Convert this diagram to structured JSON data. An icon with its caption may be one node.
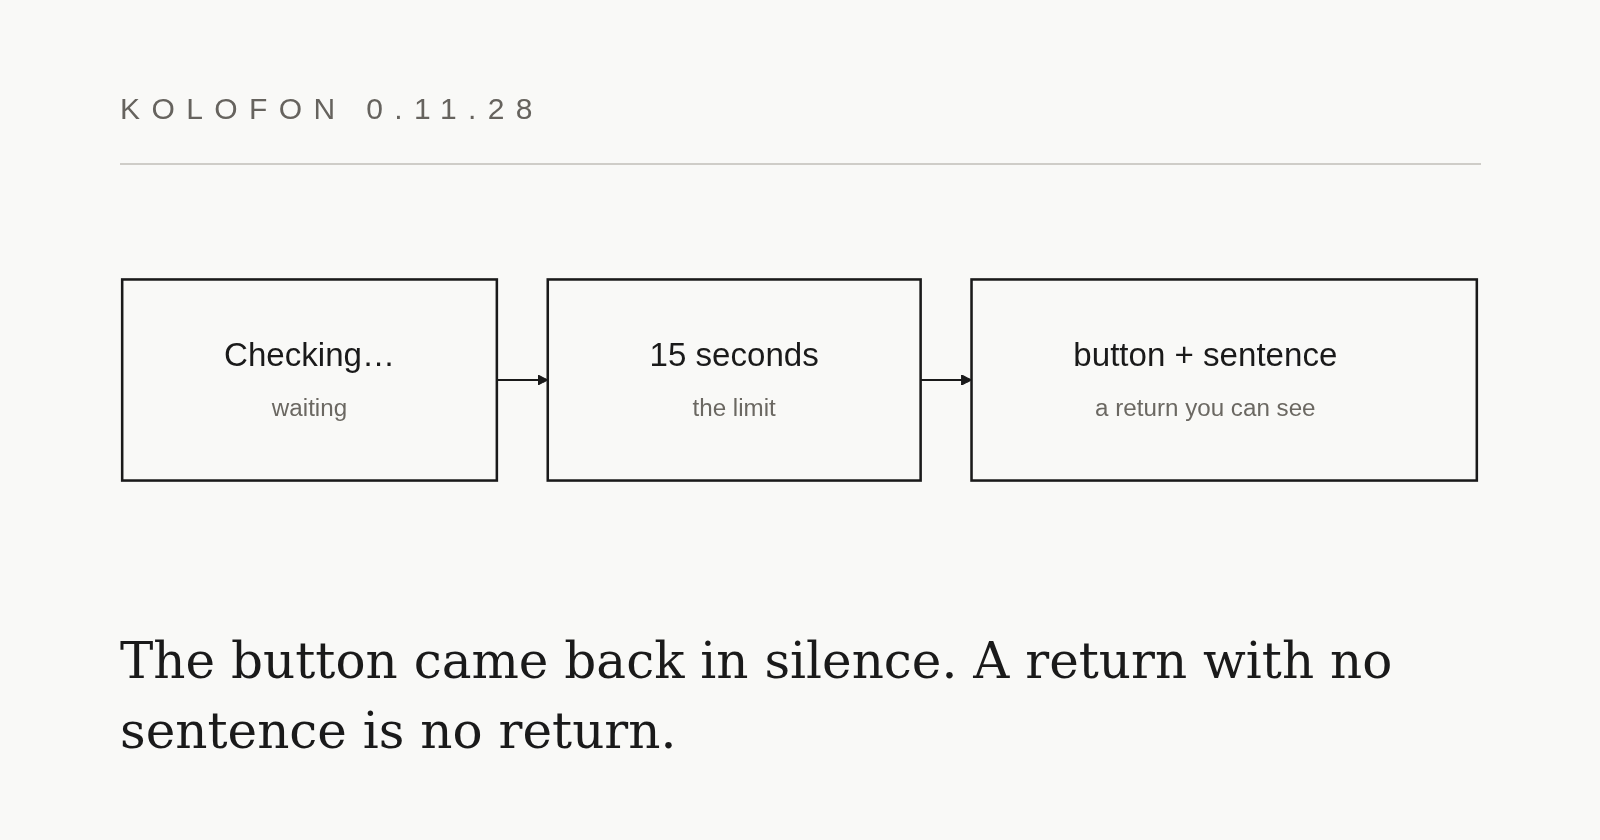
{
  "diagram": {
    "title": "KOLOFON 0.11.28",
    "nodes": [
      {
        "text": [
          "Checking…",
          "waiting"
        ]
      },
      {
        "text": [
          "15 seconds",
          "the limit"
        ]
      },
      {
        "text": [
          "button + sentence",
          "a return you can see"
        ]
      }
    ],
    "edges": [
      {
        "from": 0,
        "to": 1,
        "arrow": "to"
      },
      {
        "from": 1,
        "to": 2,
        "arrow": "to"
      }
    ],
    "caption": "The button came back in silence. A return with no sentence is no return."
  }
}
